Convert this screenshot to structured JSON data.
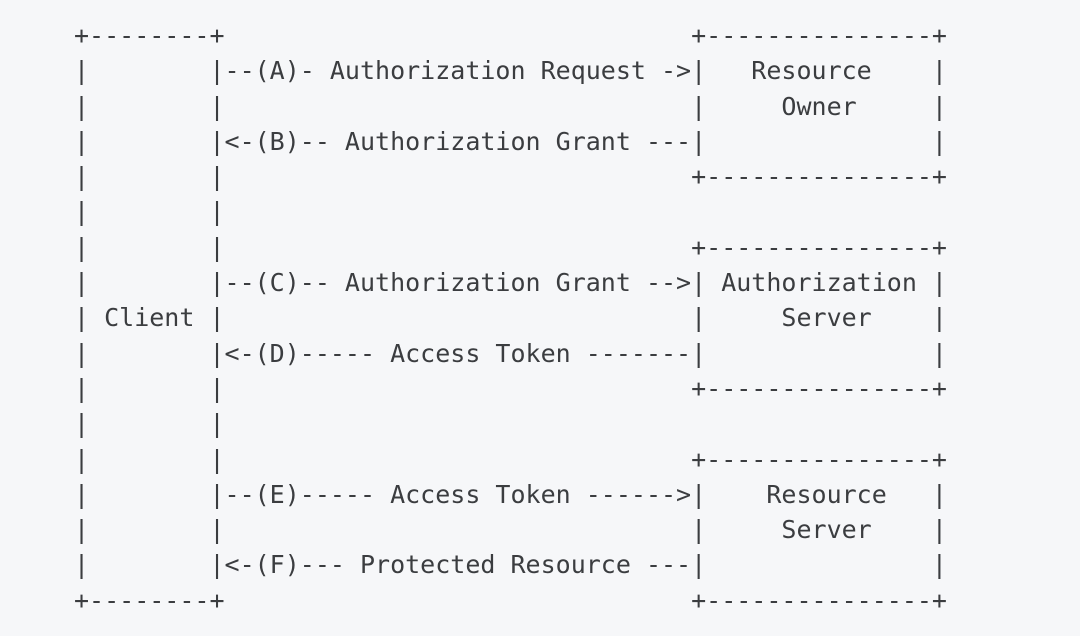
{
  "diagram": {
    "lines": [
      "+--------+                               +---------------+",
      "|        |--(A)- Authorization Request ->|   Resource    |",
      "|        |                               |     Owner     |",
      "|        |<-(B)-- Authorization Grant ---|               |",
      "|        |                               +---------------+",
      "|        |",
      "|        |                               +---------------+",
      "|        |--(C)-- Authorization Grant -->| Authorization |",
      "| Client |                               |     Server    |",
      "|        |<-(D)----- Access Token -------|               |",
      "|        |                               +---------------+",
      "|        |",
      "|        |                               +---------------+",
      "|        |--(E)----- Access Token ------>|    Resource   |",
      "|        |                               |     Server    |",
      "|        |<-(F)--- Protected Resource ---|               |",
      "+--------+                               +---------------+"
    ]
  }
}
